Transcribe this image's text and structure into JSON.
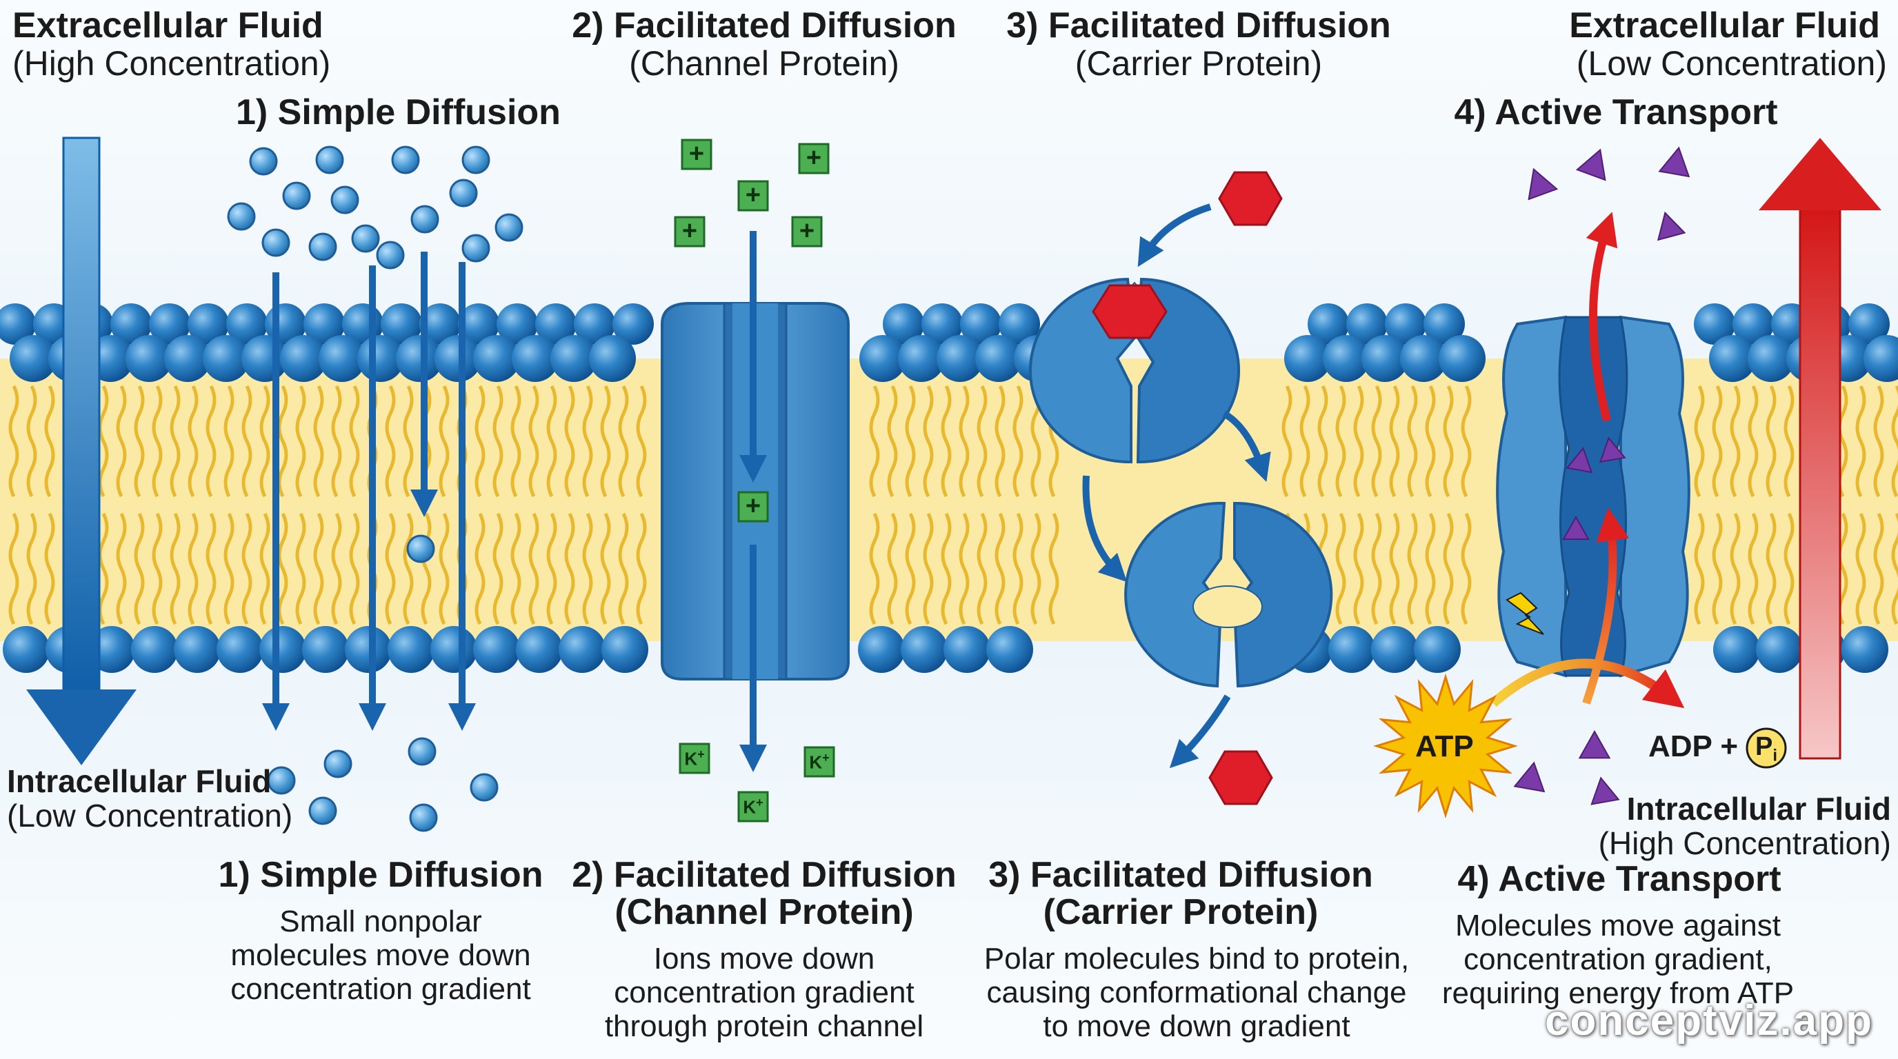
{
  "labels": {
    "extracellular_left_title": "Extracellular Fluid",
    "extracellular_left_sub": "(High Concentration)",
    "extracellular_right_title": "Extracellular Fluid",
    "extracellular_right_sub": "(Low Concentration)",
    "intracellular_left_title": "Intracellular Fluid",
    "intracellular_left_sub": "(Low Concentration)",
    "intracellular_right_title": "Intracellular Fluid",
    "intracellular_right_sub": "(High Concentration)",
    "top_simple": "1) Simple Diffusion",
    "top_channel_title": "2) Facilitated Diffusion",
    "top_channel_sub": "(Channel Protein)",
    "top_carrier_title": "3) Facilitated Diffusion",
    "top_carrier_sub": "(Carrier Protein)",
    "top_active": "4) Active Transport",
    "atp": "ATP",
    "adp": "ADP +",
    "pi_main": "P",
    "pi_sub": "i",
    "plus_sign": "+",
    "k_ion": "K",
    "k_charge": "+"
  },
  "sections": [
    {
      "title": "1) Simple Diffusion",
      "subtitle": "",
      "desc": [
        "Small nonpolar",
        "molecules move down",
        "concentration gradient"
      ]
    },
    {
      "title": "2) Facilitated Diffusion",
      "subtitle": "(Channel Protein)",
      "desc": [
        "Ions move down",
        "concentration gradient",
        "through protein channel"
      ]
    },
    {
      "title": "3) Facilitated Diffusion",
      "subtitle": "(Carrier Protein)",
      "desc": [
        "Polar molecules bind to protein,",
        "causing conformational change",
        "to move down gradient"
      ]
    },
    {
      "title": "4) Active Transport",
      "subtitle": "",
      "desc": [
        "Molecules move against",
        "concentration gradient,",
        "requiring energy from ATP"
      ]
    }
  ],
  "watermark": "conceptviz.app",
  "colors": {
    "phospholipid_head": "#1f6fb4",
    "lipid_tail": "#e8b92e",
    "bilayer_core": "#fbe9a6",
    "protein": "#3f8ccb",
    "gradient_arrow_down": "#1a64ad",
    "gradient_arrow_up": "#d81e1e",
    "nonpolar_molecule": "#4a9bd6",
    "ion": "#3fa34d",
    "polar_molecule": "#e01e2a",
    "active_molecule": "#7a3aa8",
    "atp_burst": "#f8c200"
  }
}
